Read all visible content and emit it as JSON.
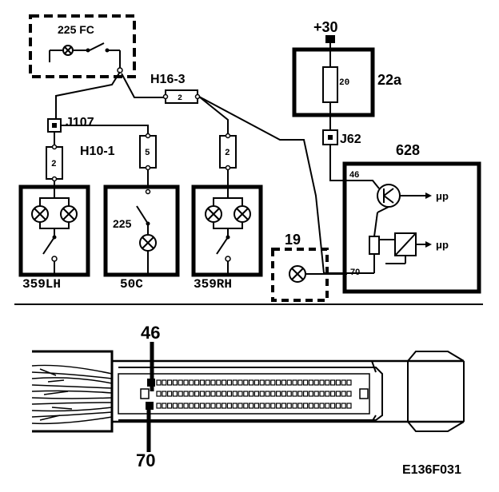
{
  "labels": {
    "fc": "225 FC",
    "h16": "H16-3",
    "h16_pin": "2",
    "j107": "J107",
    "h10": "H10-1",
    "j107_pin": "2",
    "h10_pin": "5",
    "rh_pin": "2",
    "lh": "359LH",
    "c50": "50C",
    "rh": "359RH",
    "sw225": "225",
    "plus30": "+30",
    "fuse20": "20",
    "fuse22a": "22a",
    "j62": "J62",
    "m628": "628",
    "pin46": "46",
    "pin70": "70",
    "lamp19": "19",
    "mu1": "μp",
    "mu2": "μp",
    "conn46": "46",
    "conn70": "70",
    "code": "E136F031"
  },
  "colors": {
    "line": "#000000",
    "background": "#ffffff"
  }
}
